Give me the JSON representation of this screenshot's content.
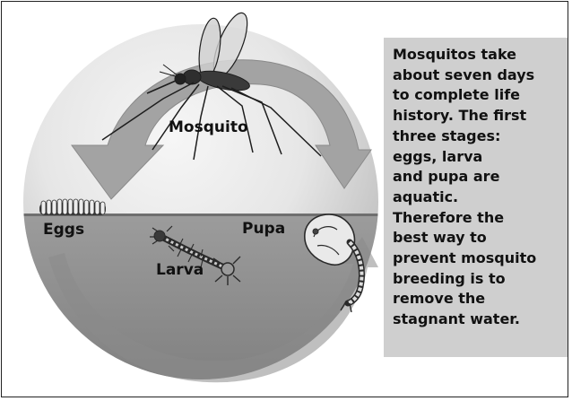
{
  "stages": {
    "mosquito": "Mosquito",
    "eggs": "Eggs",
    "pupa": "Pupa",
    "larva": "Larva"
  },
  "info_box": {
    "lines": [
      "Mosquitos take",
      "about seven days",
      "to complete life",
      "history. The first",
      "three stages:",
      "eggs, larva",
      "and pupa are",
      "aquatic.",
      "Therefore the",
      "best way to",
      "prevent mosquito",
      "breeding is to",
      "remove the",
      "stagnant water."
    ]
  },
  "colors": {
    "circle_light": "#f1f1f1",
    "circle_dark": "#cdcdcd",
    "water": "#8e8e8e",
    "arrow": "#9a9a9a",
    "info_box_bg": "#cfcfcf"
  },
  "icons": [
    "mosquito-icon",
    "eggs-icon",
    "larva-icon",
    "pupa-icon",
    "cycle-arrow-icon"
  ]
}
